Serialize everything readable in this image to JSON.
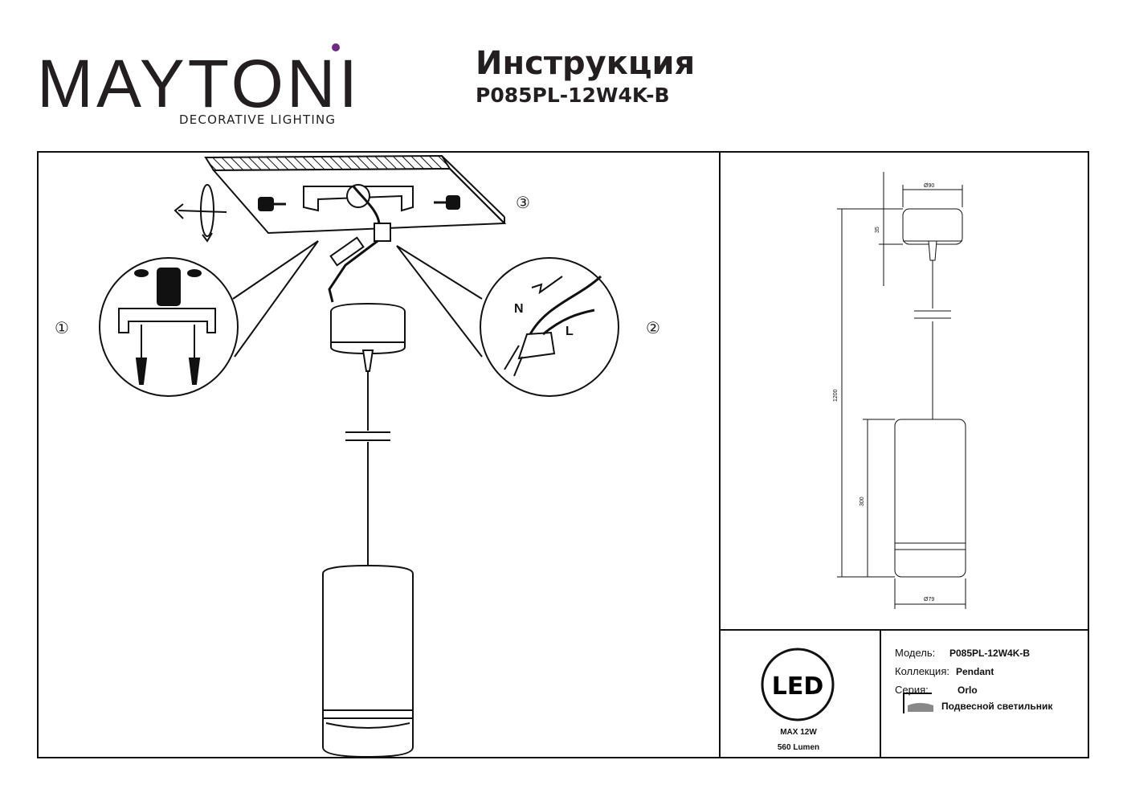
{
  "brand": {
    "name": "MAYTONI",
    "tagline": "DECORATIVE LIGHTING",
    "accent_color": "#6e2b82"
  },
  "header": {
    "title": "Инструкция",
    "model": "P085PL-12W4K-B"
  },
  "steps": {
    "step1": "①",
    "step2": "②",
    "step3": "③"
  },
  "wiring": {
    "neutral": "N",
    "live": "L"
  },
  "dimensions": {
    "canopy_diameter": "Ø90",
    "canopy_height": "35",
    "total_length": "1200",
    "shade_height": "300",
    "shade_diameter": "Ø79"
  },
  "led_badge": {
    "icon_text": "LED",
    "max_power": "MAX 12W",
    "lumen": "560 Lumen"
  },
  "specs": {
    "model_label": "Модель:",
    "model_value": "P085PL-12W4K-B",
    "collection_label": "Коллекция:",
    "collection_value": "Pendant",
    "series_label": "Серия:",
    "series_value": "Orlo",
    "type_value": "Подвесной светильник"
  }
}
